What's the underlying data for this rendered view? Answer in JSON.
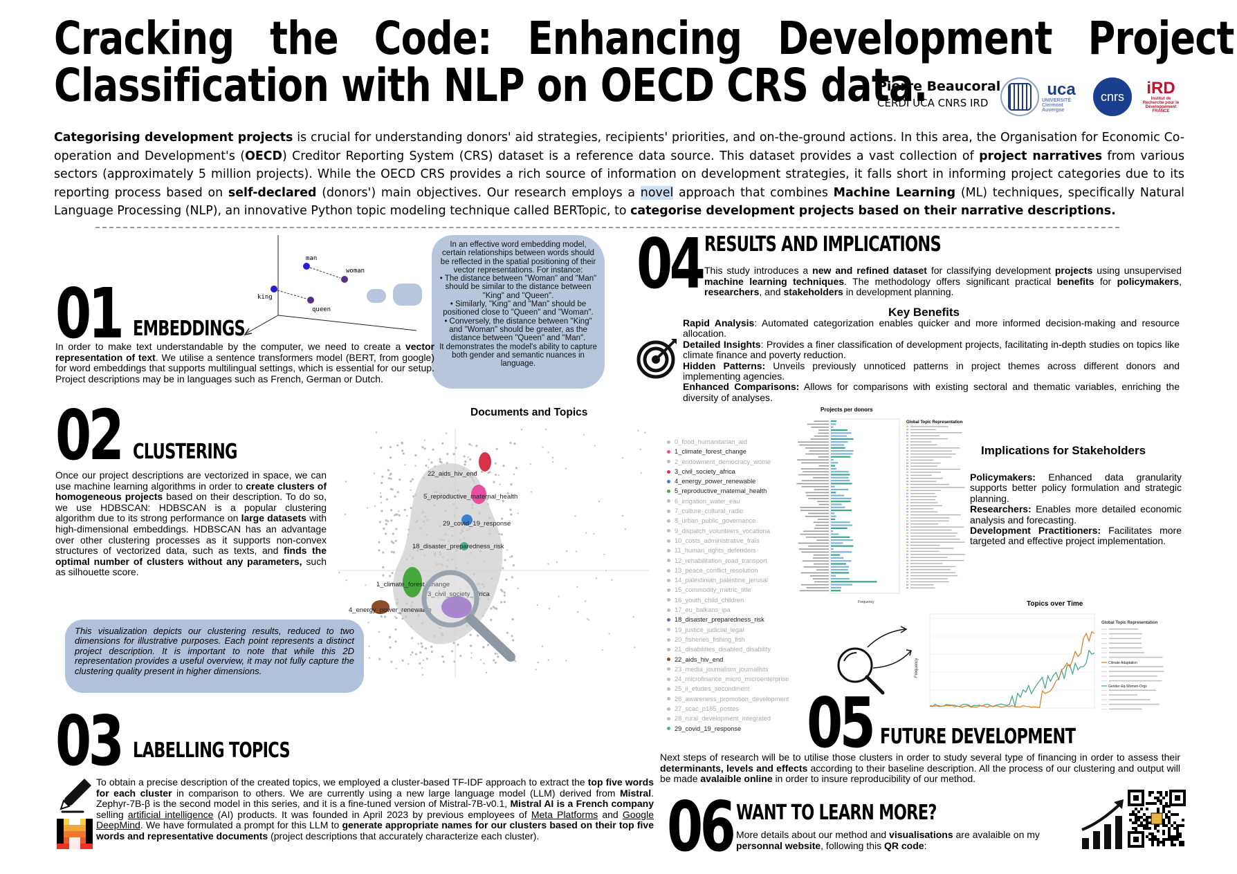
{
  "header": {
    "title_line1": "Cracking the Code: Enhancing Development Project",
    "title_line2": "Classification with NLP on OECD CRS data.",
    "author": "Pierre Beaucoral",
    "affiliation": "CERDI UCA CNRS IRD",
    "logos": {
      "uca_main": "uca",
      "uca_sub": "UNIVERSITÉ Clermont Auvergne",
      "cnrs": "cnrs",
      "ird_main": "iRD",
      "ird_sub": "Institut de Recherche pour le Développement FRANCE"
    }
  },
  "intro": {
    "p1": "Categorising development projects",
    "p2": " is crucial for understanding donors' aid strategies, recipients' priorities, and on-the-ground actions. In this area, the Organisation for Economic Co-operation and Development's (",
    "p3": "OECD",
    "p4": ") Creditor Reporting System (CRS) dataset is a reference data source. This dataset provides a vast collection of ",
    "p5": "project narratives",
    "p6": " from various sectors (approximately 5 million projects). While the OECD CRS provides a rich source of information on development strategies, it falls short in informing project categories due to its reporting process based on ",
    "p7": "self-declared",
    "p8": " (donors') main objectives. Our research employs a ",
    "p9": "novel",
    "p10": " approach that combines ",
    "p11": "Machine Learning",
    "p12": " (ML) techniques, specifically Natural Language Processing (NLP), an innovative Python topic modeling technique called BERTopic, to ",
    "p13": "categorise  development projects based on their narrative descriptions."
  },
  "s01": {
    "num": "01",
    "title": "EMBEDDINGS",
    "t1": "In order to make text understandable by the computer, we need to create a ",
    "t2": "vector representation of text",
    "t3": ". We utilise a sentence transformers model (BERT, from google) for word embeddings that supports multilingual settings, which is essential for our setup. Project descriptions may be in languages such as French, German or Dutch.",
    "words": {
      "man": "man",
      "woman": "woman",
      "king": "king",
      "queen": "queen"
    },
    "cloud_intro": "In an effective word embedding model, certain relationships between words should be reflected in the spatial positioning of their vector representations. For instance:",
    "cloud_b1": "The distance between \"Woman\" and \"Man\" should be similar to the distance between \"King\" and \"Queen\".",
    "cloud_b2": "Similarly, \"King\" and \"Man\" should be positioned close to \"Queen\" and \"Woman\".",
    "cloud_b3": "Conversely, the distance between \"King\" and \"Woman\" should be greater, as the distance between \"Queen\" and \"Man\".",
    "cloud_outro": "It demonstrates the model's ability to capture both gender and semantic nuances in language."
  },
  "s02": {
    "num": "02",
    "title": "CLUSTERING",
    "t1": "Once our project descriptions are vectorized in space, we can use machine learning algorithms in order to ",
    "t2": "create clusters of homogeneous projects",
    "t3": " based on their description. To do so, we use HDBSCAN: HDBSCAN is a popular clustering algorithm due to its strong performance on ",
    "t4": "large datasets",
    "t5": " with high-dimensional embeddings. HDBSCAN has an advantage over other clustering processes as it supports non-convex structures of vectorized data, such as texts, and ",
    "t6": "finds the optimal number of clusters without any parameters,",
    "t7": " such as silhouette score.",
    "bubble": "This visualization depicts our clustering results, reduced to two dimensions for illustrative purposes. Each point represents a distinct project description. It is important to note that while this 2D representation provides a useful overview, it may not fully capture the clustering quality present in higher dimensions.",
    "plot_title": "Documents and Topics",
    "plot_labels": {
      "l22": "22_aids_hiv_end",
      "l5": "5_reproductive_maternal_health",
      "l29": "29_covid_19_response",
      "l18": "18_disaster_preparedness_risk",
      "l1": "1_climate_forest_change",
      "l3": "3_civil_society_africa",
      "l4": "4_energy_power_renewable"
    },
    "colors": {
      "pink": "#e64fa0",
      "red": "#d9304a",
      "blue": "#3f7fd0",
      "green": "#46a83c",
      "purple": "#8c5fbf",
      "brown": "#8b4a2b",
      "gray": "#c9c9c9"
    }
  },
  "s03": {
    "num": "03",
    "title": "LABELLING TOPICS",
    "t1": "To obtain a precise description of the created topics, we employed a cluster-based TF-IDF approach to extract the ",
    "t2": "top five words for each cluster",
    "t3": " in comparison to others. We are currently using a new large language model (LLM) derived from ",
    "t4": "Mistral",
    "t5": ". Zephyr-7B-β is the second model in this series, and it is a fine-tuned version of Mistral-7B-v0.1, ",
    "t6": "Mistral AI is a French company",
    "t7": " selling ",
    "t8": "artificial intelligence",
    "t9": " (AI) products. It was founded in April 2023 by previous employees of ",
    "t10": "Meta Platforms",
    "t11": " and ",
    "t12": "Google DeepMind",
    "t13": ". We have formulated a prompt for this LLM to ",
    "t14": "generate appropriate names for our clusters based on their top five words and representative documents",
    "t15": " (project descriptions that accurately characterize each cluster)."
  },
  "s04": {
    "num": "04",
    "title": "RESULTS AND IMPLICATIONS",
    "t1": "This study introduces a ",
    "t2": "new and refined dataset",
    "t3": " for classifying development ",
    "t4": "projects",
    "t5": " using unsupervised ",
    "t6": "machine learning techniques",
    "t7": ". The methodology offers significant practical ",
    "t8": "benefits",
    "t9": " for ",
    "t10": "policymakers",
    "t11": ", ",
    "t12": "researchers",
    "t13": ", and ",
    "t14": "stakeholders",
    "t15": " in development planning.",
    "kb_title": "Key Benefits",
    "kb1_h": "Rapid Analysis",
    "kb1_t": ": Automated categorization enables quicker and more informed decision-making and resource allocation.",
    "kb2_h": "Detailed Insights",
    "kb2_t": ": Provides a finer classification of development projects, facilitating in-depth studies on topics like climate finance and poverty reduction.",
    "kb3_h": "Hidden Patterns:",
    "kb3_t": " Unveils previously unnoticed patterns in project themes across different donors and implementing agencies.",
    "kb4_h": "Enhanced Comparisons:",
    "kb4_t": " Allows for comparisons with existing sectoral and thematic variables, enriching the diversity of analyses.",
    "pd_title": "Projects per donors",
    "pd_legend_title": "Global Topic Representation",
    "pd_xlabel": "Frequency",
    "impl_title": "Implications for Stakeholders",
    "i1_h": "Policymakers:",
    "i1_t": " Enhanced data granularity supports better policy formulation and strategic planning.",
    "i2_h": "Researchers:",
    "i2_t": " Enables more detailed economic analysis and forecasting.",
    "i3_h": "Development Practitioners:",
    "i3_t": " Facilitates more targeted and effective project implementation.",
    "topics": [
      "0_food_humanitarian_aid",
      "1_climate_forest_change",
      "2_endowment_democracy_wome",
      "3_civil_society_africa",
      "4_energy_power_renewable",
      "5_reproductive_maternal_health",
      "6_irrigation_water_eau",
      "7_culture_cultural_radio",
      "8_urban_public_governance",
      "9_dispatch_volunteers_vocationa",
      "10_costs_administrative_frais",
      "11_human_rights_defenders",
      "12_rehabilitation_road_transport",
      "13_peace_conflict_resolution",
      "14_palestinian_palestine_jerusal",
      "15_commodity_metric_title",
      "16_youth_child_children",
      "17_eu_balkans_ipa",
      "18_disaster_preparedness_risk",
      "19_justice_judicial_legal",
      "20_fisheries_fishing_fish",
      "21_disabilities_disabled_disability",
      "22_aids_hiv_end",
      "23_media_journalism_journalists",
      "24_microfinance_micro_microenterprise",
      "25_ii_etudes_secondment",
      "26_awareness_promotion_development",
      "27_scac_p185_postes",
      "28_rural_development_integrated",
      "29_covid_19_response"
    ],
    "tt_title": "Topics over Time",
    "tt_ylabel": "Frequency",
    "tt_legend_title": "Global Topic Representation",
    "tt_legend_climate": "Climate Adaptation",
    "tt_legend_gender": "Gender-Eq-Women-Orgs",
    "tt_colors": {
      "orange": "#d97b1f",
      "teal": "#3aa58a"
    }
  },
  "s05": {
    "num": "05",
    "title": "FUTURE DEVELOPMENT",
    "t1": "Next steps of research will be to utilise those clusters in order to study several type of financing in order to assess their ",
    "t2": "determinants, levels and effects",
    "t3": " according to their baseline description. All the process of our clustering and output will be made ",
    "t4": "avalaible online",
    "t5": " in order to insure reproducibility of our method."
  },
  "s06": {
    "num": "06",
    "title": "WANT TO LEARN MORE?",
    "t1": "More details about our method and ",
    "t2": "visualisations",
    "t3": " are avalaible on my ",
    "t4": "personnal website",
    "t5": ", following this ",
    "t6": "QR code",
    "t7": ":"
  }
}
